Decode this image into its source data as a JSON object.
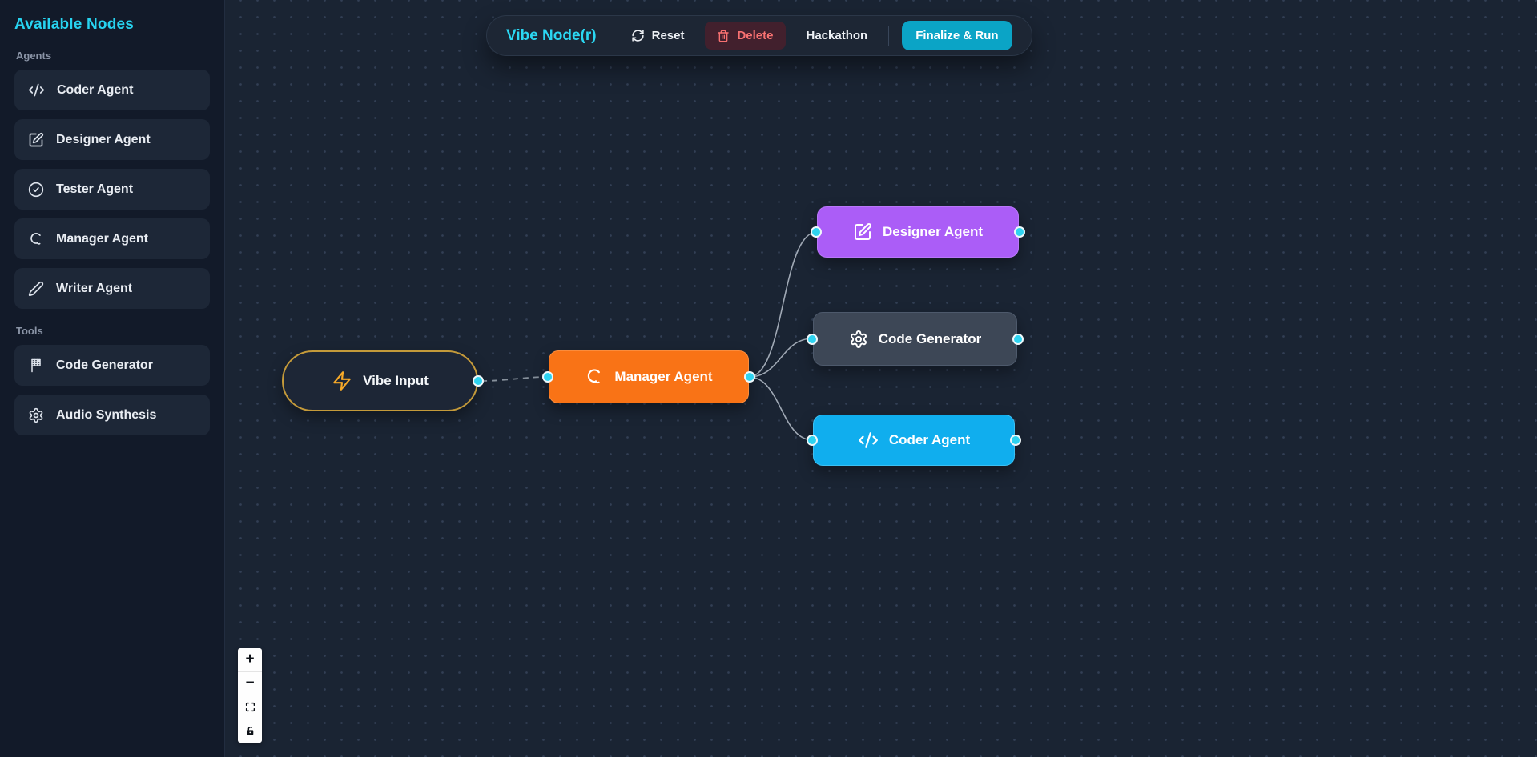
{
  "sidebar": {
    "title": "Available Nodes",
    "sections": [
      {
        "label": "Agents",
        "items": [
          {
            "label": "Coder Agent",
            "icon": "code-icon"
          },
          {
            "label": "Designer Agent",
            "icon": "edit-square-icon"
          },
          {
            "label": "Tester Agent",
            "icon": "check-circle-icon"
          },
          {
            "label": "Manager Agent",
            "icon": "loop-icon"
          },
          {
            "label": "Writer Agent",
            "icon": "pen-icon"
          }
        ]
      },
      {
        "label": "Tools",
        "items": [
          {
            "label": "Code Generator",
            "icon": "flag-grid-icon"
          },
          {
            "label": "Audio Synthesis",
            "icon": "gear-icon"
          }
        ]
      }
    ]
  },
  "toolbar": {
    "brand": "Vibe Node(r)",
    "reset_label": "Reset",
    "delete_label": "Delete",
    "hackathon_label": "Hackathon",
    "finalize_label": "Finalize & Run"
  },
  "canvas": {
    "nodes": [
      {
        "id": "vibe-input",
        "label": "Vibe Input",
        "icon": "zap-icon",
        "color": "#1d2636",
        "border": "#c49a3a"
      },
      {
        "id": "manager-agent",
        "label": "Manager Agent",
        "icon": "loop-icon",
        "color": "#f97316"
      },
      {
        "id": "designer-agent",
        "label": "Designer Agent",
        "icon": "edit-square-icon",
        "color": "#ab5df7"
      },
      {
        "id": "code-generator",
        "label": "Code Generator",
        "icon": "gear-icon",
        "color": "#3d4756"
      },
      {
        "id": "coder-agent",
        "label": "Coder Agent",
        "icon": "code-icon",
        "color": "#10aeee"
      }
    ],
    "edges": [
      {
        "source": "vibe-input",
        "target": "manager-agent",
        "style": "dashed"
      },
      {
        "source": "manager-agent",
        "target": "designer-agent",
        "style": "solid"
      },
      {
        "source": "manager-agent",
        "target": "code-generator",
        "style": "solid"
      },
      {
        "source": "manager-agent",
        "target": "coder-agent",
        "style": "solid"
      }
    ]
  },
  "controls": {
    "zoom_in_label": "+",
    "zoom_out_label": "−",
    "fit_view_icon": "fit-view-icon",
    "lock_icon": "lock-icon"
  },
  "colors": {
    "accent_cyan": "#27d3f0",
    "handle_cyan": "#2ed3f0",
    "sidebar_bg": "#121a29",
    "canvas_bg": "#1a2433",
    "toolbar_bg": "#1d2634",
    "delete_red": "#f87171",
    "delete_bg": "#42202d",
    "finalize_teal": "#0ba4c6",
    "manager_orange": "#f97316",
    "designer_purple": "#ab5df7",
    "codegen_slate": "#3d4756",
    "coder_blue": "#10aeee",
    "vibe_border_amber": "#c49a3a",
    "bolt_amber": "#f7a928",
    "edge_gray": "#b9c1cc"
  }
}
